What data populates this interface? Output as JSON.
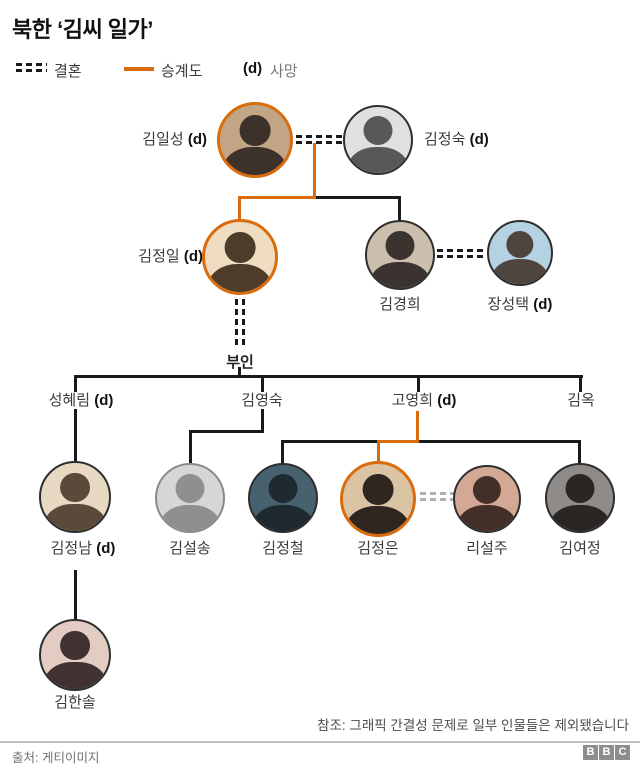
{
  "title": "북한 ‘김씨 일가’",
  "legend": {
    "marriage_label": "결혼",
    "succession_label": "승계도",
    "death_abbr": "(d)",
    "death_label": "사망"
  },
  "group_label_wives": "부인",
  "people": {
    "kim_il_sung": {
      "name": "김일성",
      "death": "(d)",
      "photo_colors": {
        "bg": "#c2a584",
        "fg": "#3d322b",
        "ring": "#d96c0c"
      }
    },
    "kim_jong_suk": {
      "name": "김정숙",
      "death": "(d)",
      "photo_colors": {
        "bg": "#e0e0e0",
        "fg": "#585858",
        "ring": "#2e2e2e"
      }
    },
    "kim_jong_il": {
      "name": "김정일",
      "death": "(d)",
      "photo_colors": {
        "bg": "#f0dcc0",
        "fg": "#4d3c2a",
        "ring": "#d96c0c"
      }
    },
    "kim_kyong_hui": {
      "name": "김경희",
      "photo_colors": {
        "bg": "#cdbfae",
        "fg": "#3a3330",
        "ring": "#2e2e2e"
      }
    },
    "jang_song_thaek": {
      "name": "장성택",
      "death": "(d)",
      "photo_colors": {
        "bg": "#b5d2e3",
        "fg": "#4e453e",
        "ring": "#2e2e2e"
      }
    },
    "song_hye_rim": {
      "name": "성혜림",
      "death": "(d)"
    },
    "kim_yong_suk": {
      "name": "김영숙"
    },
    "ko_yong_hui": {
      "name": "고영희",
      "death": "(d)"
    },
    "kim_ok": {
      "name": "김옥"
    },
    "kim_jong_nam": {
      "name": "김정남",
      "death": "(d)",
      "photo_colors": {
        "bg": "#e8d9c2",
        "fg": "#5b4a3a",
        "ring": "#2e2e2e"
      }
    },
    "kim_sol_song": {
      "name": "김설송",
      "photo_colors": {
        "bg": "#d6d6d6",
        "fg": "#8f8f8f",
        "ring": "#8a8a8a"
      }
    },
    "kim_jong_chol": {
      "name": "김정철",
      "photo_colors": {
        "bg": "#47626e",
        "fg": "#1e2a30",
        "ring": "#2e2e2e"
      }
    },
    "kim_jong_un": {
      "name": "김정은",
      "photo_colors": {
        "bg": "#dbc4a4",
        "fg": "#2f2620",
        "ring": "#d96c0c"
      }
    },
    "ri_sol_ju": {
      "name": "리설주",
      "photo_colors": {
        "bg": "#d3a995",
        "fg": "#432f28",
        "ring": "#2e2e2e"
      }
    },
    "kim_yo_jong": {
      "name": "김여정",
      "photo_colors": {
        "bg": "#8f8b88",
        "fg": "#2b2624",
        "ring": "#2e2e2e"
      }
    },
    "kim_han_sol": {
      "name": "김한솔",
      "photo_colors": {
        "bg": "#e3cdc2",
        "fg": "#3f3230",
        "ring": "#2e2e2e"
      }
    }
  },
  "note": "참조: 그래픽 간결성 문제로 일부 인물들은 제외됐습니다",
  "footer": {
    "source": "출처: 게티이미지",
    "logo_letters": [
      "B",
      "B",
      "C"
    ]
  },
  "colors": {
    "succession_orange": "#d96c0c",
    "line_dark": "#1a1a1a"
  }
}
